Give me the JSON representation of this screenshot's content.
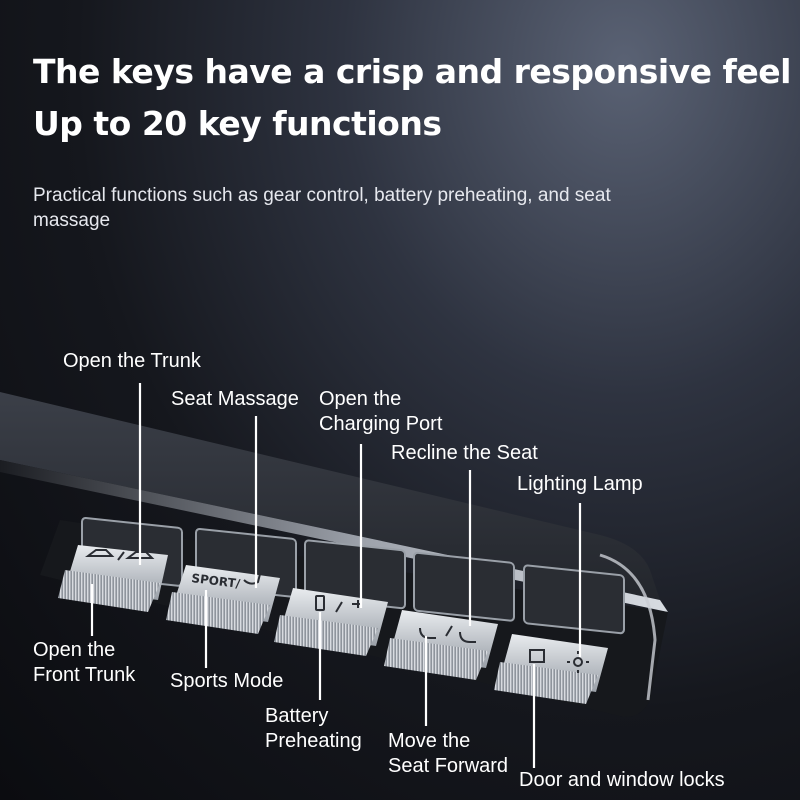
{
  "headline": {
    "line1": "The keys have a crisp and responsive feel",
    "line2": "Up to 20 key functions"
  },
  "subtitle": "Practical functions such as gear control, battery preheating, and seat massage",
  "key_icons": [
    {
      "label": "front-trunk / trunk",
      "icon": "car-trunk-icon"
    },
    {
      "label": "SPORT/",
      "icon": "seat-massage-icon"
    },
    {
      "label": "battery / charging-port",
      "icon": "battery-plug-icon"
    },
    {
      "label": "seat-forward / seat-recline",
      "icon": "seat-icon"
    },
    {
      "label": "lock / lamp",
      "icon": "lamp-icon"
    }
  ],
  "callouts_top": [
    {
      "text": "Open the Trunk"
    },
    {
      "text": "Seat Massage"
    },
    {
      "text": "Open the\nCharging Port"
    },
    {
      "text": "Recline the Seat"
    },
    {
      "text": "Lighting Lamp"
    }
  ],
  "callouts_bottom": [
    {
      "text": "Open the\nFront Trunk"
    },
    {
      "text": "Sports Mode"
    },
    {
      "text": "Battery\nPreheating"
    },
    {
      "text": "Move the\nSeat Forward"
    },
    {
      "text": "Door and window locks"
    }
  ],
  "colors": {
    "background": "#111318",
    "text": "#ffffff",
    "metal": "#b8bcc4"
  }
}
